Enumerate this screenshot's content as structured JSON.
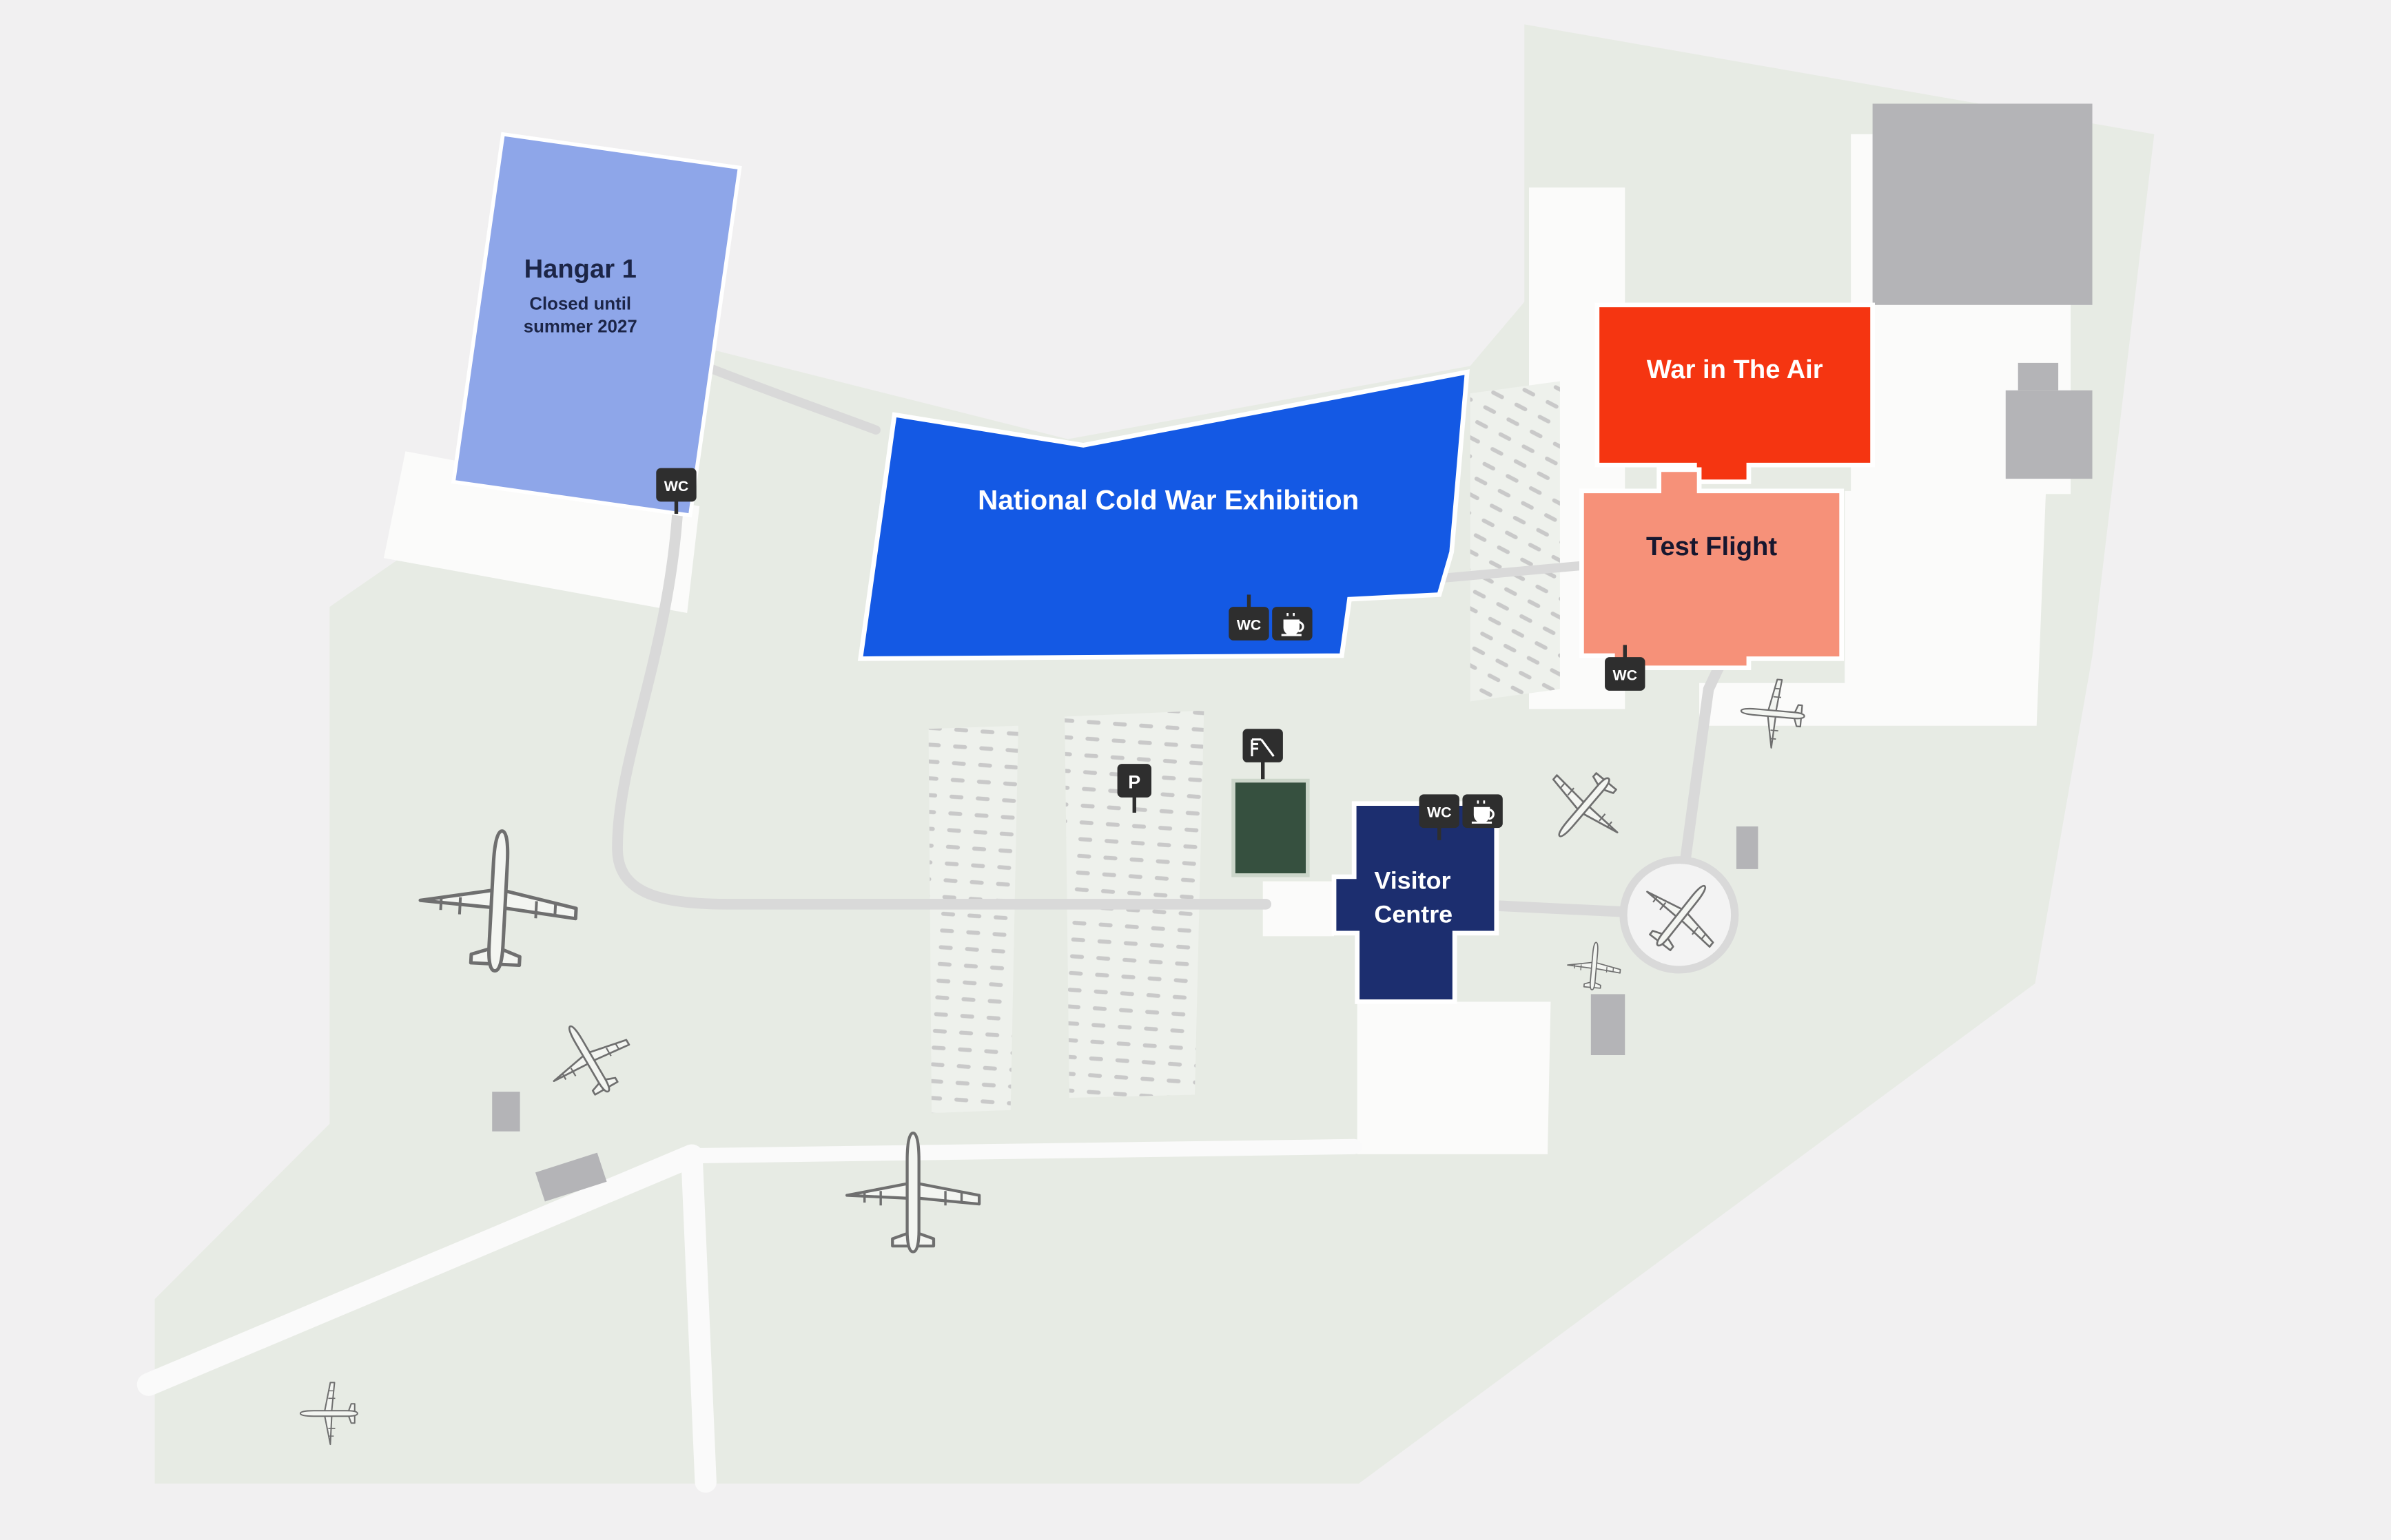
{
  "map_name": "museum-site-map",
  "colors": {
    "background": "#f1f0f1",
    "site": "#e7ebe4",
    "white_area": "#fbfbfa",
    "path": "#d9d9d9",
    "road_white": "#fafafa",
    "hangar1": "#8ea6e9",
    "ncwe": "#1459e4",
    "war_in_the_air": "#f53511",
    "test_flight": "#f69179",
    "visitor_centre": "#1c2e6f",
    "play_area": "#36503f",
    "gray_building": "#b4b4b7",
    "icon_bg": "#2e2e2e",
    "icon_fg": "#ffffff",
    "parking_bg": "#eef1ec",
    "parking_dot": "#c9c9c9",
    "plane_outline": "#6f6f6f"
  },
  "buildings": {
    "hangar1": {
      "title": "Hangar 1",
      "subtitle_lines": [
        "Closed until",
        "summer 2027"
      ]
    },
    "ncwe": {
      "label": "National Cold War Exhibition"
    },
    "war_in_the_air": {
      "label": "War in The Air"
    },
    "test_flight": {
      "label": "Test Flight"
    },
    "visitor_centre": {
      "label_lines": [
        "Visitor",
        "Centre"
      ]
    }
  },
  "icons": {
    "wc_label": "WC",
    "parking_label": "P",
    "cafe": "cafe-icon",
    "playground": "playground-icon",
    "aircraft": "aircraft-icon"
  }
}
